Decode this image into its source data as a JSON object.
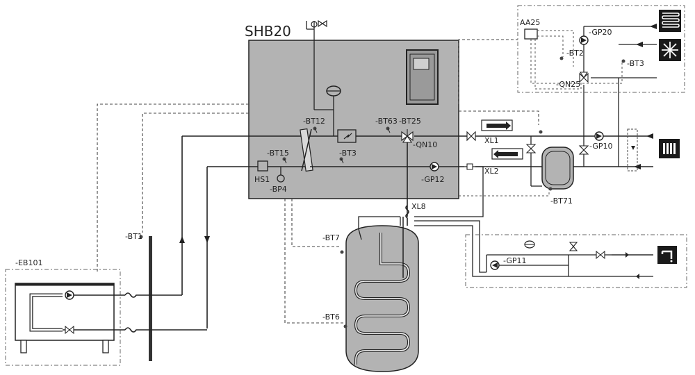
{
  "diagram": {
    "title": "SHB20",
    "labels": {
      "bt12": "-BT12",
      "bt63": "-BT63",
      "bt25": "-BT25",
      "qn10": "-QN10",
      "bt15": "-BT15",
      "bt3_inner": "-BT3",
      "hs1": "HS1",
      "bp4": "-BP4",
      "gp12": "-GP12",
      "xl1": "XL1",
      "xl2": "XL2",
      "xl8": "XL8",
      "aa25": "AA25",
      "gp20": "-GP20",
      "bt2": "-BT2",
      "bt3_outer": "-BT3",
      "qn25": "-QN25",
      "gp10": "-GP10",
      "bt71": "-BT71",
      "bt7": "-BT7",
      "bt6": "-BT6",
      "gp11": "-GP11",
      "bt1": "-BT1",
      "eb101": "-EB101"
    },
    "icons": {
      "underfloor": "underfloor-heating-icon",
      "cooling": "snowflake-icon",
      "radiator": "radiator-icon",
      "tap": "water-tap-icon"
    },
    "colors": {
      "unit_fill": "#b3b3b3",
      "line": "#222222",
      "icon_bg": "#1a1a1a"
    }
  }
}
